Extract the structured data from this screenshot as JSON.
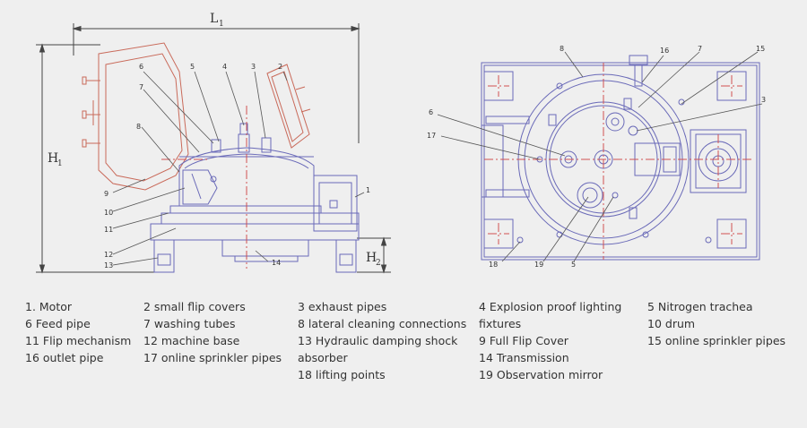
{
  "dimensions": {
    "length": "L",
    "length_sub": "1",
    "height": "H",
    "height_sub": "1",
    "height2": "H",
    "height2_sub": "2"
  },
  "side_view_callouts": [
    "1",
    "2",
    "3",
    "4",
    "5",
    "6",
    "7",
    "8",
    "9",
    "10",
    "11",
    "12",
    "13",
    "14"
  ],
  "top_view_callouts": [
    "3",
    "5",
    "6",
    "7",
    "8",
    "15",
    "16",
    "17",
    "18",
    "19"
  ],
  "legend": [
    [
      "1. Motor",
      "6 Feed pipe",
      "11 Flip mechanism",
      "16 outlet pipe"
    ],
    [
      "2 small flip covers",
      "7 washing tubes",
      "12 machine base",
      "17 online sprinkler pipes"
    ],
    [
      "3 exhaust pipes",
      "8 lateral cleaning connections",
      "13 Hydraulic damping shock",
      "absorber",
      "18 lifting points"
    ],
    [
      "4 Explosion proof lighting",
      "fixtures",
      "9 Full Flip Cover",
      "14 Transmission",
      "19 Observation mirror"
    ],
    [
      "5 Nitrogen trachea",
      "10 drum",
      "15 online sprinkler pipes"
    ]
  ],
  "colors": {
    "outline": "#6a6ab8",
    "dimension": "#444444",
    "centerline": "#d05050",
    "cover": "#c96a5a",
    "text": "#333333",
    "background": "#efefef"
  }
}
